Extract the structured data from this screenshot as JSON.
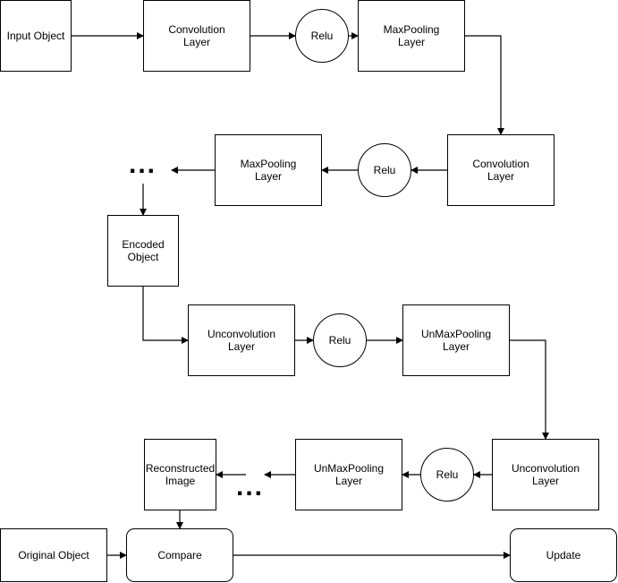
{
  "nodes": {
    "input_object": "Input Object",
    "conv1": "Convolution\nLayer",
    "relu1": "Relu",
    "maxpool1": "MaxPooling\nLayer",
    "conv2": "Convolution\nLayer",
    "relu2": "Relu",
    "maxpool2": "MaxPooling\nLayer",
    "dots1": "...",
    "encoded_object": "Encoded\nObject",
    "unconv1": "Unconvolution\nLayer",
    "relu3": "Relu",
    "unmaxpool1": "UnMaxPooling\nLayer",
    "unconv2": "Unconvolution\nLayer",
    "relu4": "Relu",
    "unmaxpool2": "UnMaxPooling\nLayer",
    "dots2": "...",
    "reconstructed_image": "Reconstructed\nImage",
    "original_object": "Original Object",
    "compare": "Compare",
    "update": "Update"
  }
}
